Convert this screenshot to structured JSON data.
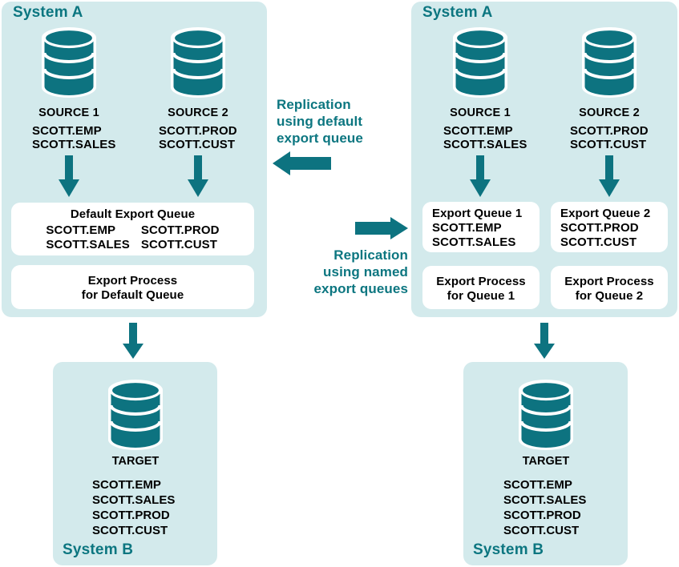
{
  "colors": {
    "panel_bg": "#d3eaec",
    "teal": "#0c7680",
    "db_fill": "#0d7380",
    "box_bg": "#ffffff",
    "text": "#000000"
  },
  "left": {
    "system_a_title": "System A",
    "system_b_title": "System B",
    "sources": [
      {
        "name": "SOURCE 1",
        "tables": [
          "SCOTT.EMP",
          "SCOTT.SALES"
        ]
      },
      {
        "name": "SOURCE 2",
        "tables": [
          "SCOTT.PROD",
          "SCOTT.CUST"
        ]
      }
    ],
    "queue_box": {
      "title": "Default Export Queue",
      "col1": [
        "SCOTT.EMP",
        "SCOTT.SALES"
      ],
      "col2": [
        "SCOTT.PROD",
        "SCOTT.CUST"
      ]
    },
    "process_box": {
      "line1": "Export Process",
      "line2": "for Default Queue"
    },
    "target": {
      "name": "TARGET",
      "tables": [
        "SCOTT.EMP",
        "SCOTT.SALES",
        "SCOTT.PROD",
        "SCOTT.CUST"
      ]
    }
  },
  "right": {
    "system_a_title": "System A",
    "system_b_title": "System B",
    "sources": [
      {
        "name": "SOURCE 1",
        "tables": [
          "SCOTT.EMP",
          "SCOTT.SALES"
        ]
      },
      {
        "name": "SOURCE 2",
        "tables": [
          "SCOTT.PROD",
          "SCOTT.CUST"
        ]
      }
    ],
    "queue_boxes": [
      {
        "title": "Export Queue 1",
        "tables": [
          "SCOTT.EMP",
          "SCOTT.SALES"
        ]
      },
      {
        "title": "Export Queue 2",
        "tables": [
          "SCOTT.PROD",
          "SCOTT.CUST"
        ]
      }
    ],
    "process_boxes": [
      {
        "line1": "Export Process",
        "line2": "for Queue 1"
      },
      {
        "line1": "Export Process",
        "line2": "for Queue 2"
      }
    ],
    "target": {
      "name": "TARGET",
      "tables": [
        "SCOTT.EMP",
        "SCOTT.SALES",
        "SCOTT.PROD",
        "SCOTT.CUST"
      ]
    }
  },
  "center": {
    "caption_top": {
      "line1": "Replication",
      "line2": "using default",
      "line3": "export queue"
    },
    "caption_bottom": {
      "line1": "Replication",
      "line2": "using named",
      "line3": "export queues"
    }
  }
}
